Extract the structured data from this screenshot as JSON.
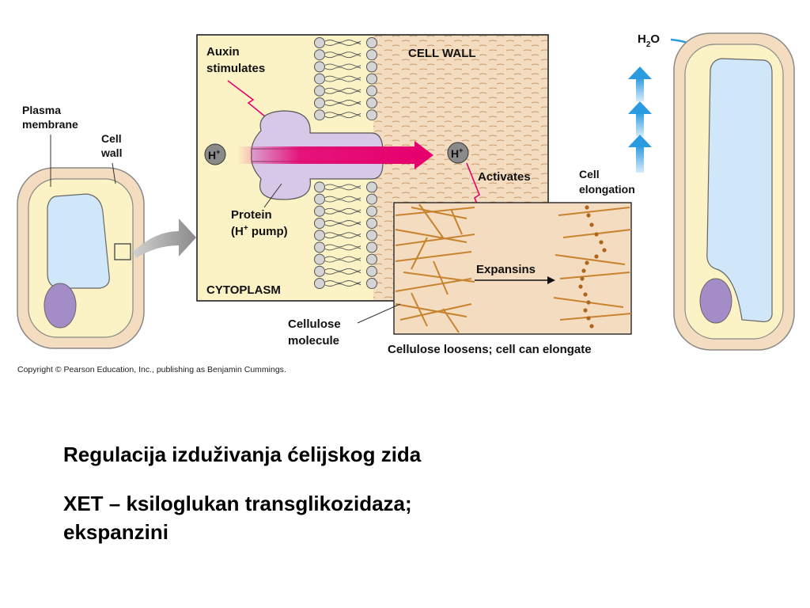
{
  "figure": {
    "labels": {
      "plasma_membrane": [
        "Plasma",
        "membrane"
      ],
      "cell_wall_small": [
        "Cell",
        "wall"
      ],
      "auxin": [
        "Auxin",
        "stimulates"
      ],
      "cell_wall_header": "CELL WALL",
      "h_left": "H",
      "h_right": "H",
      "plus": "+",
      "protein": [
        "Protein",
        "(H",
        "+",
        " pump)"
      ],
      "cytoplasm": "CYTOPLASM",
      "activates": "Activates",
      "cell_elongation": [
        "Cell",
        "elongation"
      ],
      "expansins": "Expansins",
      "cellulose": [
        "Cellulose",
        "molecule"
      ],
      "loosens": "Cellulose loosens; cell can elongate",
      "h2o_h": "H",
      "h2o_sub": "2",
      "h2o_o": "O"
    },
    "copyright": "Copyright © Pearson Education, Inc., publishing as Benjamin Cummings.",
    "colors": {
      "cell_wall": "#f4dcc0",
      "cytoplasm": "#fbf3c6",
      "vacuole": "#cfe7f8",
      "nucleus": "#a48dc7",
      "pump": "#d8c8e8",
      "proton_arrow": "#e6006e",
      "up_arrow": "#2a9be0"
    }
  },
  "text": {
    "line1": "Regulacija izduživanja ćelijskog zida",
    "line2a": "XET – ksiloglukan transglikozidaza;",
    "line2b": "ekspanzini"
  }
}
